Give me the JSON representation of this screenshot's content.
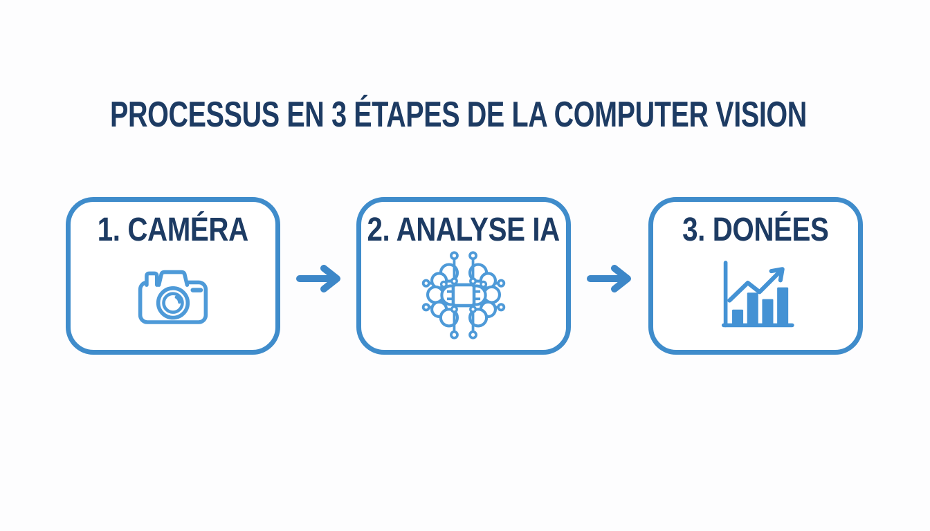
{
  "title": "PROCESSUS EN 3 ÉTAPES DE LA COMPUTER VISION",
  "steps": [
    {
      "label": "1. CAMÉRA",
      "icon": "camera-icon"
    },
    {
      "label": "2. ANALYSE IA",
      "icon": "ai-brain-chip-icon"
    },
    {
      "label": "3. DONÉES",
      "icon": "bar-chart-growth-icon"
    }
  ],
  "connectors": [
    {
      "icon": "right-arrow-icon"
    },
    {
      "icon": "right-arrow-icon"
    }
  ],
  "colors": {
    "background": "#fdfdfe",
    "text_navy": "#1d3b63",
    "box_border_blue": "#3f8ccb",
    "icon_blue": "#4e9ad8",
    "bar_fill_blue": "#4492d4",
    "arrow_blue": "#3d87c8"
  }
}
